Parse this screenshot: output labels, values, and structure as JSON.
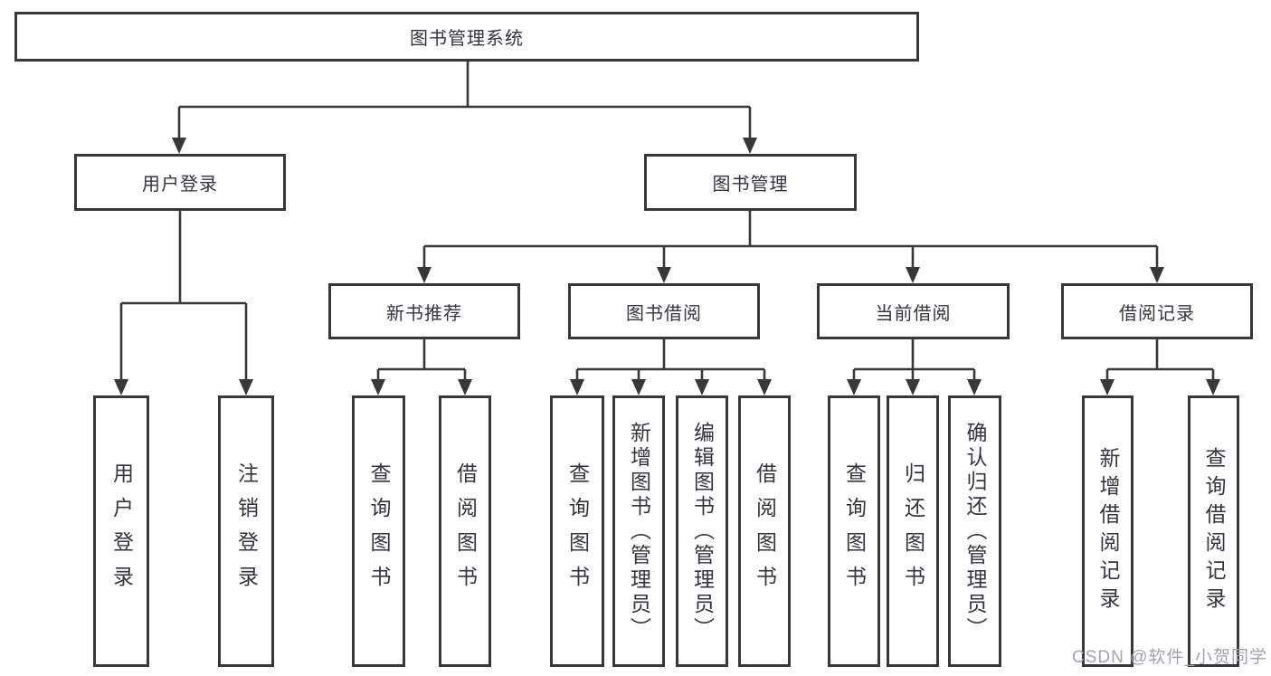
{
  "diagram": {
    "root": {
      "label": "图书管理系统"
    },
    "branches": [
      {
        "label": "用户登录",
        "children": [
          {
            "label": "用户登录"
          },
          {
            "label": "注销登录"
          }
        ]
      },
      {
        "label": "图书管理",
        "children": [
          {
            "label": "新书推荐",
            "children": [
              {
                "label": "查询图书"
              },
              {
                "label": "借阅图书"
              }
            ]
          },
          {
            "label": "图书借阅",
            "children": [
              {
                "label": "查询图书"
              },
              {
                "label": "新增图书（管理员）"
              },
              {
                "label": "编辑图书（管理员）"
              },
              {
                "label": "借阅图书"
              }
            ]
          },
          {
            "label": "当前借阅",
            "children": [
              {
                "label": "查询图书"
              },
              {
                "label": "归还图书"
              },
              {
                "label": "确认归还（管理员）"
              }
            ]
          },
          {
            "label": "借阅记录",
            "children": [
              {
                "label": "新增借阅记录"
              },
              {
                "label": "查询借阅记录"
              }
            ]
          }
        ]
      }
    ]
  },
  "watermark": {
    "text": "CSDN @软件_小贺同学"
  },
  "style": {
    "line_color": "#383838",
    "text_color": "#35363c",
    "box_background": "#ffffff",
    "watermark_color": "#a3a3ad"
  }
}
